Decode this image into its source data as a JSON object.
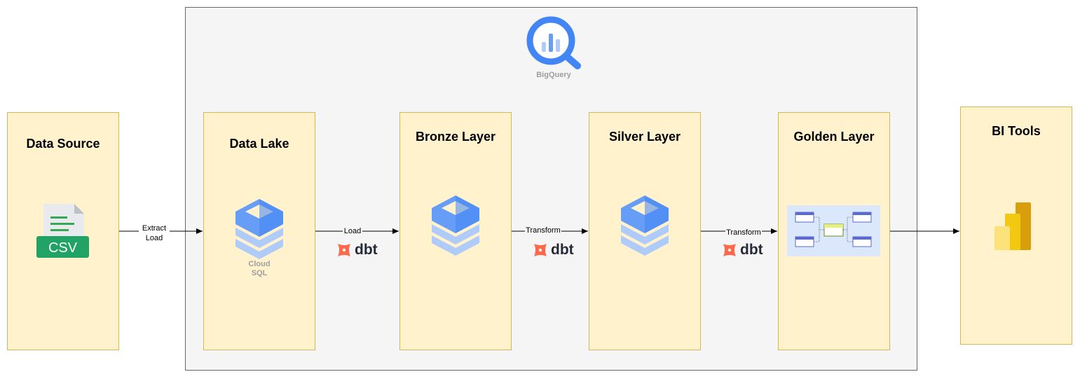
{
  "bigquery": {
    "label": "BigQuery"
  },
  "stages": {
    "data_source": {
      "title": "Data Source",
      "icon": "csv-file-icon",
      "icon_text": "CSV"
    },
    "data_lake": {
      "title": "Data Lake",
      "icon": "cloud-sql-icon",
      "icon_label_line1": "Cloud",
      "icon_label_line2": "SQL"
    },
    "bronze": {
      "title": "Bronze Layer",
      "icon": "database-stack-icon"
    },
    "silver": {
      "title": "Silver Layer",
      "icon": "database-stack-icon"
    },
    "golden": {
      "title": "Golden Layer",
      "icon": "star-schema-diagram-icon"
    },
    "bi_tools": {
      "title": "BI Tools",
      "icon": "power-bi-icon"
    }
  },
  "edges": {
    "extract_load": {
      "line1": "Extract",
      "line2": "Load"
    },
    "load": {
      "label": "Load",
      "tool": "dbt"
    },
    "transform_1": {
      "label": "Transform",
      "tool": "dbt"
    },
    "transform_2": {
      "label": "Transform",
      "tool": "dbt"
    }
  },
  "colors": {
    "stage_fill": "#fff2cc",
    "stage_border": "#d6b656",
    "container_fill": "#f5f5f5",
    "gcp_blue": "#4285f4",
    "dbt_orange": "#ff694b"
  }
}
